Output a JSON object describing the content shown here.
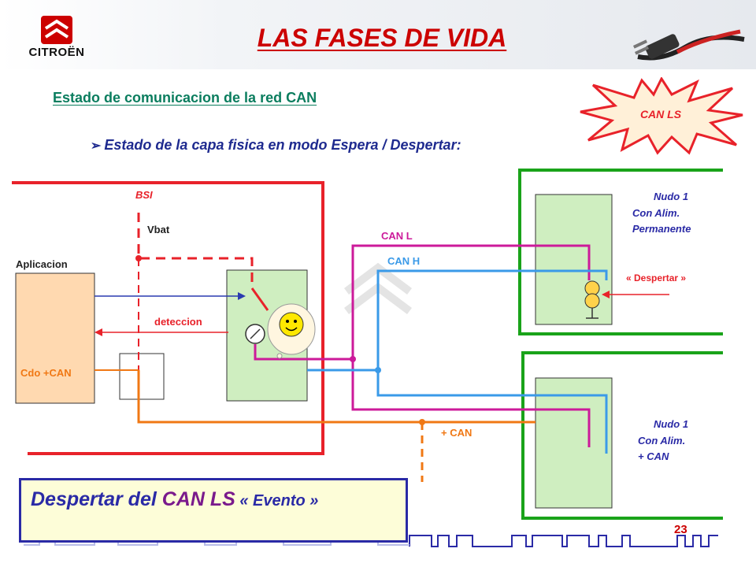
{
  "header": {
    "brand": "CITROËN",
    "title": "LAS FASES DE VIDA"
  },
  "subtitle": "Estado de comunicacion de la red CAN",
  "bullet": "Estado de la capa fisica en modo Espera / Despertar:",
  "burst_label": "CAN LS",
  "diagram": {
    "labels": {
      "bsi": "BSI",
      "vbat": "Vbat",
      "aplicacion": "Aplicacion",
      "deteccion": "deteccion",
      "cdo_can": "Cdo +CAN",
      "can_l": "CAN L",
      "can_h": "CAN H",
      "plus_can": "+ CAN",
      "despertar": "« Despertar »"
    },
    "nodo_perm": [
      "Nudo 1",
      "Con  Alim.",
      "Permanente"
    ],
    "nodo_can": [
      "Nudo 1",
      "Con Alim.",
      "+ CAN"
    ]
  },
  "callout": {
    "part1": "Despertar del ",
    "part2": "CAN LS",
    "part3": " « Evento »"
  },
  "page_number": "23",
  "colors": {
    "red": "#e8222a",
    "green": "#1aa31a",
    "orange": "#f07814",
    "magenta": "#cc1a9a",
    "blue": "#3a9ae8",
    "peach": "#ffd9b0",
    "node_green": "#cfeec0",
    "navy": "#2a2aa6"
  }
}
